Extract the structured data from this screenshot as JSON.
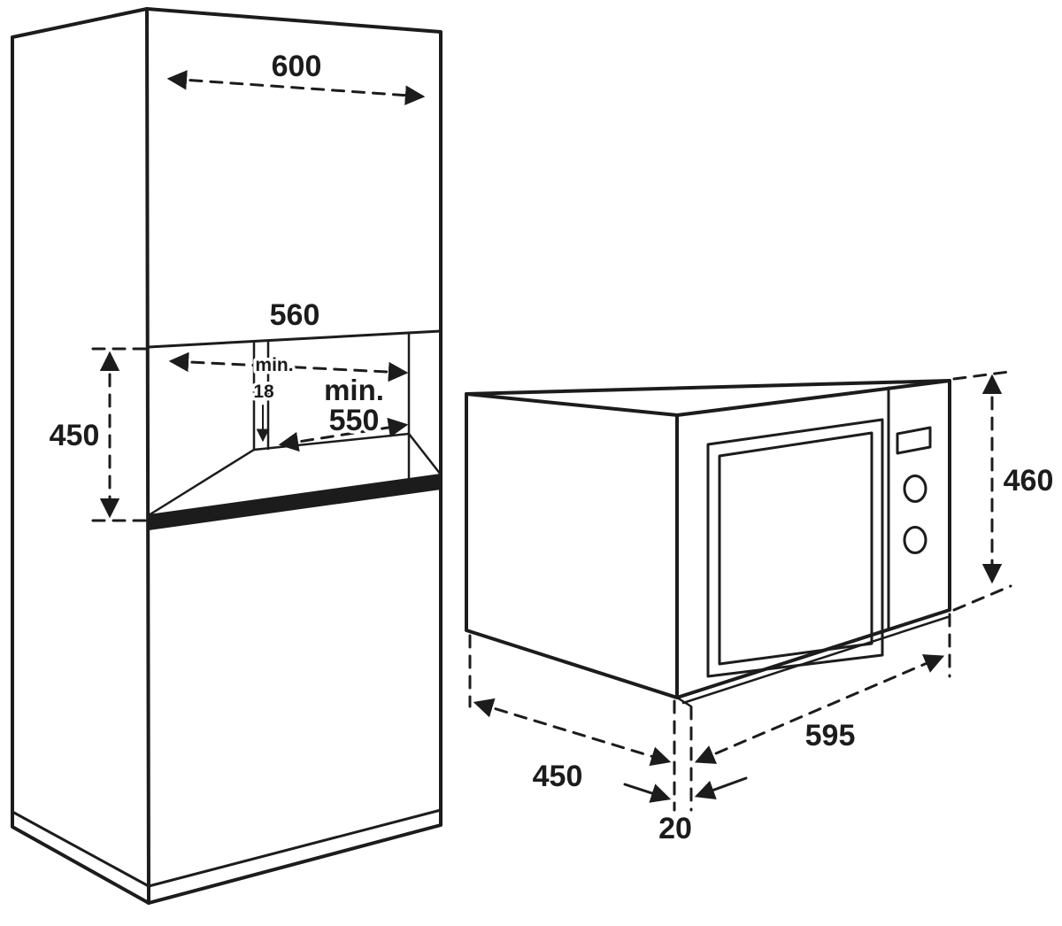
{
  "colors": {
    "line": "#1c1c1c",
    "background": "#ffffff"
  },
  "cabinet": {
    "width_top": "600",
    "niche_width": "560",
    "niche_height": "450",
    "depth_min_label": "min.",
    "depth_min_value": "550",
    "panel_min_label": "min.",
    "panel_min_value": "18"
  },
  "microwave": {
    "height": "460",
    "depth": "450",
    "width": "595",
    "frame_gap": "20"
  }
}
